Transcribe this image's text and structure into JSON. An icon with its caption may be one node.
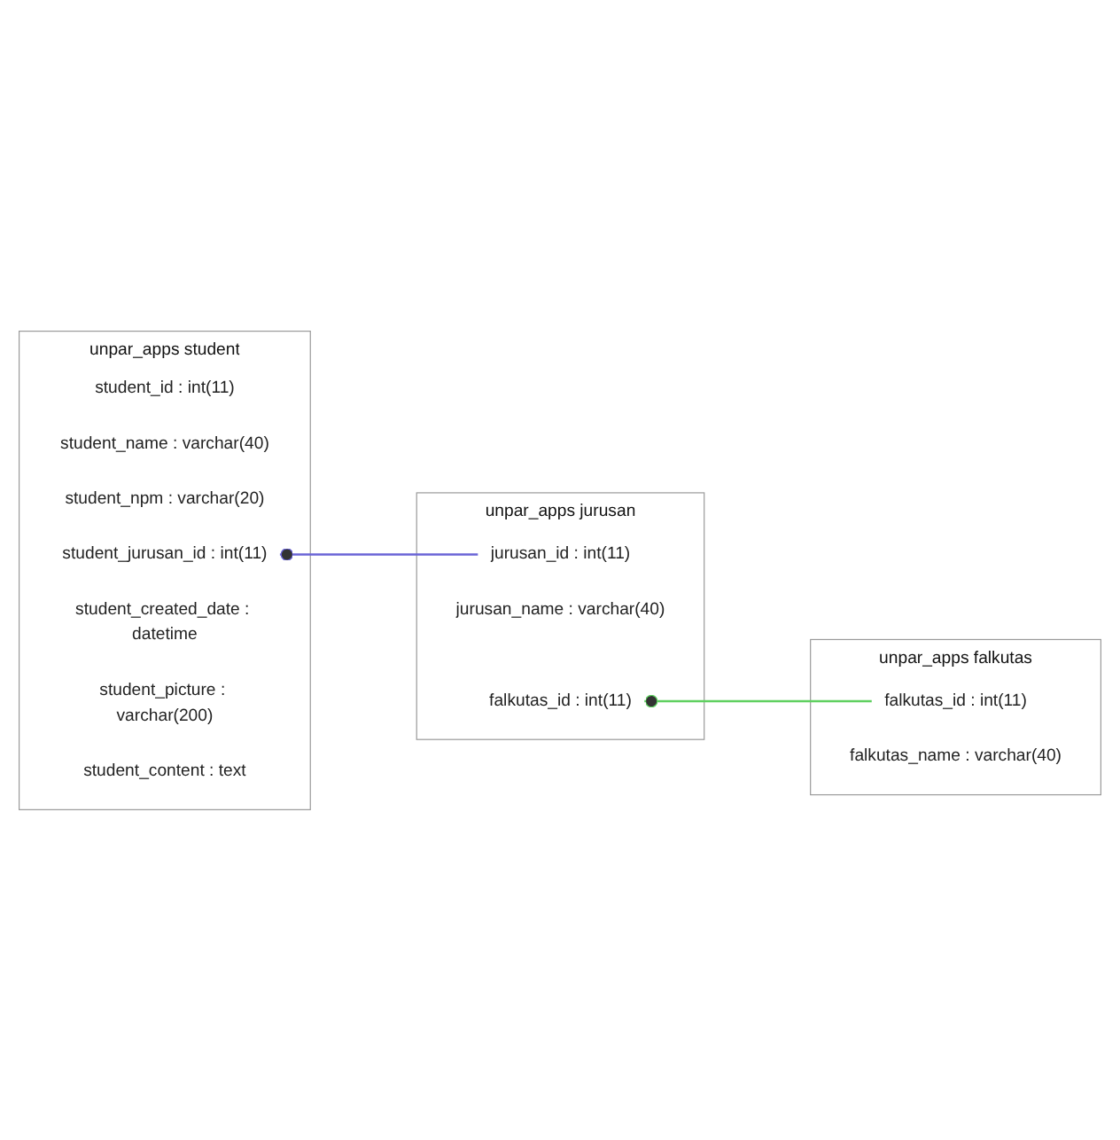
{
  "diagram": {
    "nodes": [
      {
        "text": [
          "unpar_apps student"
        ]
      },
      {
        "text": [
          "student_id : int(11)"
        ],
        "in": 0
      },
      {
        "text": [
          "student_name : varchar(40)"
        ],
        "in": 0
      },
      {
        "text": [
          "student_npm : varchar(20)"
        ],
        "in": 0
      },
      {
        "text": [
          "student_jurusan_id : int(11)"
        ],
        "in": 0
      },
      {
        "text": [
          "student_created_date : datetime"
        ],
        "in": 0
      },
      {
        "text": [
          "student_picture : varchar(200)"
        ],
        "in": 0
      },
      {
        "text": [
          "student_content : text"
        ],
        "in": 0
      },
      {
        "text": [
          "unpar_apps jurusan"
        ]
      },
      {
        "text": [
          "jurusan_id : int(11)"
        ],
        "in": 8
      },
      {
        "text": [
          "jurusan_name : varchar(40)"
        ],
        "in": 8
      },
      {
        "text": [
          "falkutas_id : int(11)"
        ],
        "in": 8
      },
      {
        "text": [
          "unpar_apps falkutas"
        ]
      },
      {
        "text": [
          "falkutas_id : int(11)"
        ],
        "in": 12
      },
      {
        "text": [
          "falkutas_name : varchar(40)"
        ],
        "in": 12
      }
    ],
    "edges": [
      {
        "from": 9,
        "to": 4,
        "arrow": "other",
        "color": "#6a64d6"
      },
      {
        "from": 13,
        "to": 11,
        "arrow": "other",
        "color": "#5fd060"
      }
    ]
  }
}
